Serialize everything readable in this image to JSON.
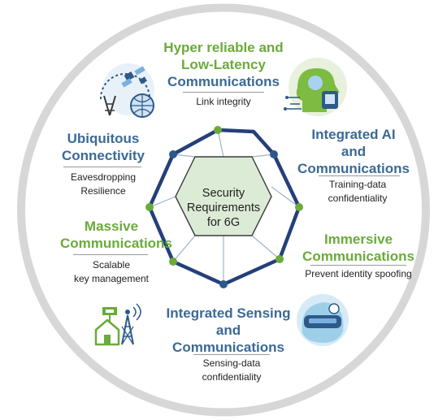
{
  "center": {
    "line1": "Security",
    "line2": "Requirements",
    "line3": "for 6G"
  },
  "segments": {
    "hyper_reliable": {
      "title1": "Hyper reliable and",
      "title2": "Low-Latency",
      "title3": "Communications",
      "requirement": "Link integrity"
    },
    "integrated_ai": {
      "title1": "Integrated AI",
      "title2": "and",
      "title3": "Communications",
      "req1": "Training-data",
      "req2": "confidentiality"
    },
    "immersive": {
      "title1": "Immersive",
      "title2": "Communications",
      "requirement": "Prevent identity spoofing"
    },
    "sensing": {
      "title1": "Integrated Sensing",
      "title2": "and",
      "title3": "Communications",
      "req1": "Sensing-data",
      "req2": "confidentiality"
    },
    "massive": {
      "title1": "Massive",
      "title2": "Communications",
      "req1": "Scalable",
      "req2": "key management"
    },
    "ubiquitous": {
      "title1": "Ubiquitous",
      "title2": "Connectivity",
      "req1": "Eavesdropping",
      "req2": "Resilience"
    }
  },
  "icons": [
    "satellite-network-icon",
    "ai-head-icon",
    "vr-headset-icon",
    "house-tower-icon"
  ],
  "colors": {
    "green": "#6aab3a",
    "blue": "#3a6a96",
    "octagon": "#24407a",
    "hexagon_fill": "#dcebd5",
    "ring": "#d7d7d7"
  }
}
